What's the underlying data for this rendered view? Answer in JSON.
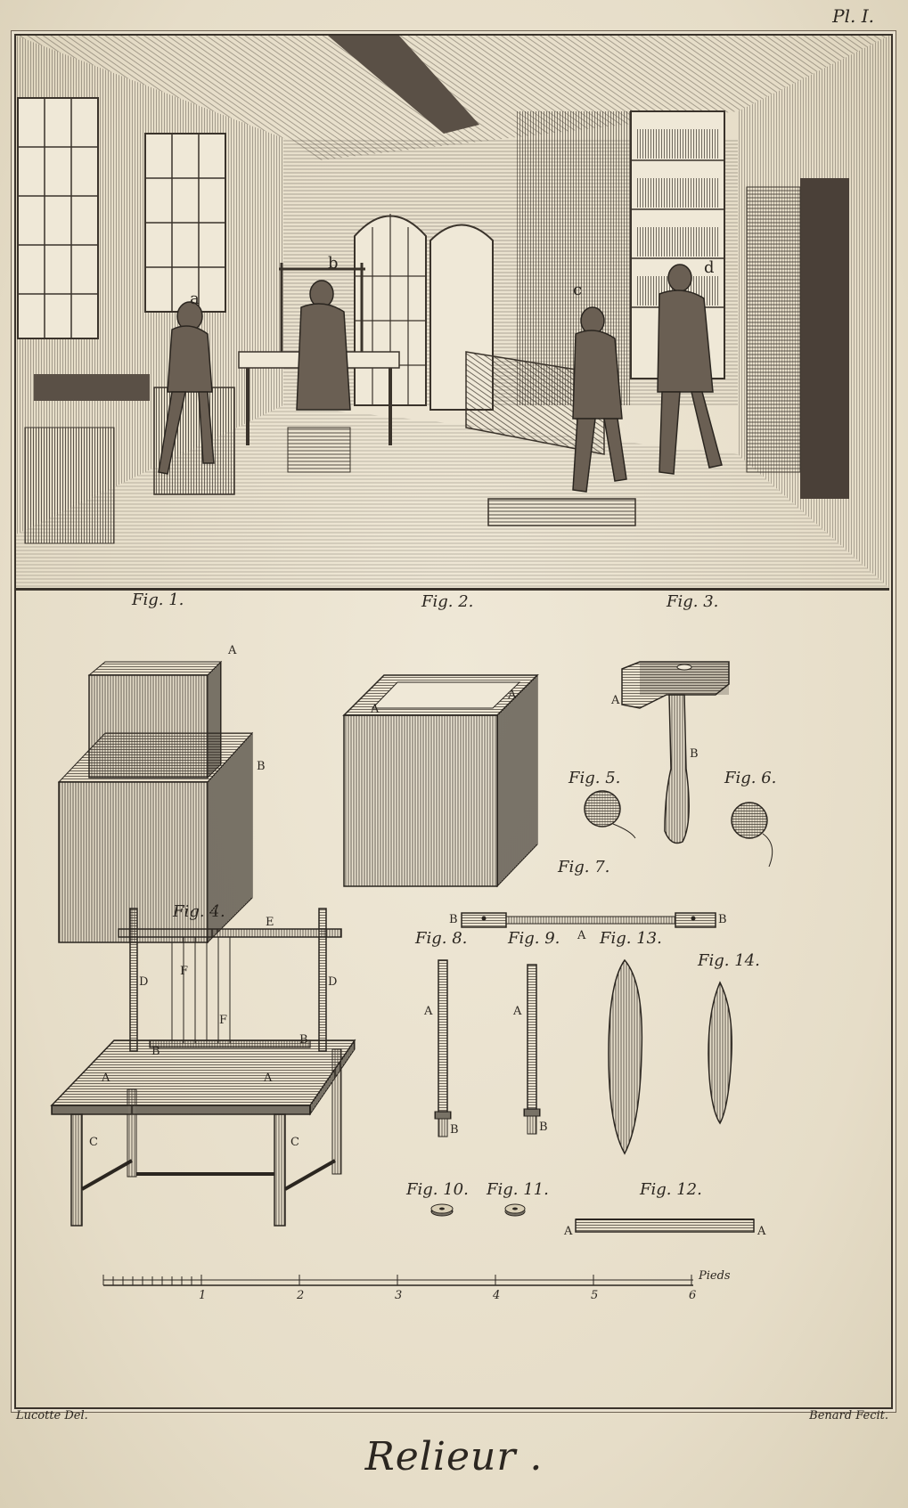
{
  "plate_number": "Pl. I.",
  "title": "Relieur .",
  "credits": {
    "left": "Lucotte Del.",
    "right": "Benard Fecit."
  },
  "scene_letters": [
    "a",
    "b",
    "c",
    "d"
  ],
  "figures": [
    {
      "id": "fig1",
      "label": "Fig. 1.",
      "letters": [
        "A",
        "B"
      ]
    },
    {
      "id": "fig2",
      "label": "Fig. 2.",
      "letters": [
        "A",
        "A"
      ]
    },
    {
      "id": "fig3",
      "label": "Fig. 3.",
      "letters": [
        "A",
        "B"
      ]
    },
    {
      "id": "fig4",
      "label": "Fig. 4.",
      "letters": [
        "E",
        "F",
        "F",
        "D",
        "D",
        "B",
        "B",
        "A",
        "A",
        "C",
        "C"
      ]
    },
    {
      "id": "fig5",
      "label": "Fig. 5.",
      "letters": []
    },
    {
      "id": "fig6",
      "label": "Fig. 6.",
      "letters": []
    },
    {
      "id": "fig7",
      "label": "Fig. 7.",
      "letters": [
        "B",
        "A",
        "B"
      ]
    },
    {
      "id": "fig8",
      "label": "Fig. 8.",
      "letters": [
        "A",
        "B"
      ]
    },
    {
      "id": "fig9",
      "label": "Fig. 9.",
      "letters": [
        "A",
        "B"
      ]
    },
    {
      "id": "fig10",
      "label": "Fig. 10.",
      "letters": []
    },
    {
      "id": "fig11",
      "label": "Fig. 11.",
      "letters": []
    },
    {
      "id": "fig12",
      "label": "Fig. 12.",
      "letters": [
        "A",
        "A"
      ]
    },
    {
      "id": "fig13",
      "label": "Fig. 13.",
      "letters": []
    },
    {
      "id": "fig14",
      "label": "Fig. 14.",
      "letters": []
    }
  ],
  "scale": {
    "unit": "Pieds",
    "ticks": [
      "1",
      "2",
      "3",
      "4",
      "5",
      "6"
    ]
  },
  "colors": {
    "paper": "#e9e1cf",
    "ink": "#2b2620"
  }
}
